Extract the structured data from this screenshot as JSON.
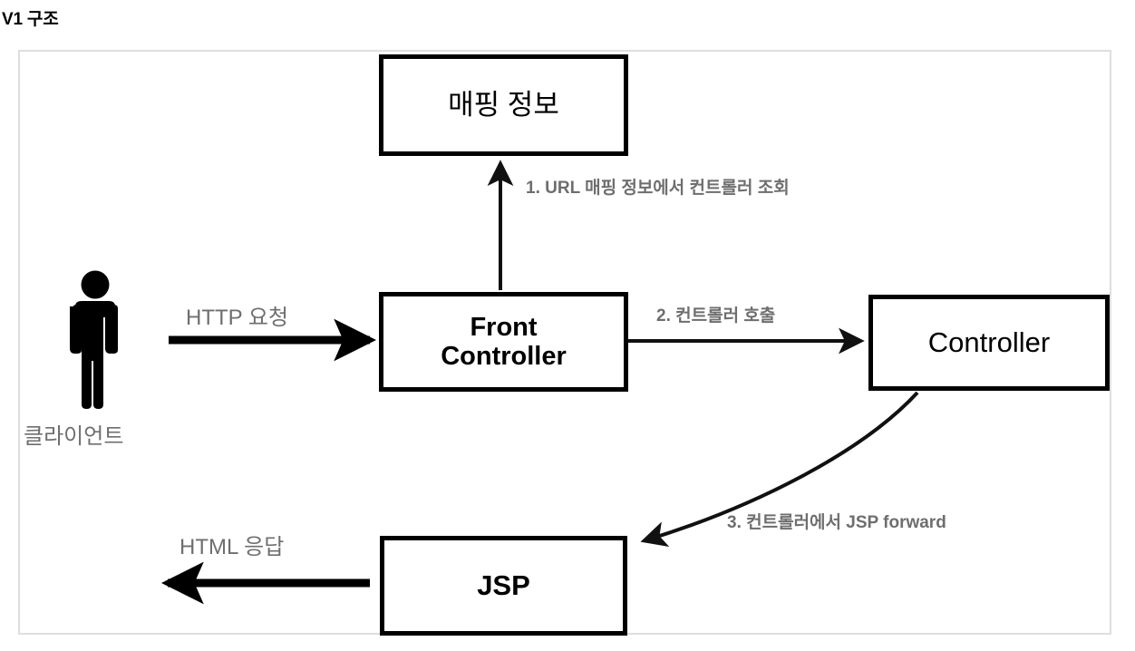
{
  "page": {
    "title": "V1 구조"
  },
  "diagram": {
    "type": "flow-diagram",
    "nodes": [
      {
        "id": "mapping-info",
        "label": "매핑 정보",
        "lines": [
          "매핑 정보"
        ]
      },
      {
        "id": "front-controller",
        "label": "Front Controller",
        "lines": [
          "Front",
          "Controller"
        ]
      },
      {
        "id": "controller",
        "label": "Controller",
        "lines": [
          "Controller"
        ]
      },
      {
        "id": "jsp",
        "label": "JSP",
        "lines": [
          "JSP"
        ]
      }
    ],
    "actor": {
      "icon": "person-icon",
      "label": "클라이언트"
    },
    "edges": [
      {
        "id": "http-request",
        "label": "HTTP 요청",
        "from": "client",
        "to": "front-controller",
        "style": "thick-solid",
        "direction": "right"
      },
      {
        "id": "step-1",
        "label": "1. URL 매핑 정보에서 컨트롤러 조회",
        "from": "front-controller",
        "to": "mapping-info",
        "style": "thin-solid",
        "direction": "up"
      },
      {
        "id": "step-2",
        "label": "2. 컨트롤러 호출",
        "from": "front-controller",
        "to": "controller",
        "style": "thin-solid",
        "direction": "right"
      },
      {
        "id": "step-3",
        "label": "3. 컨트롤러에서 JSP forward",
        "from": "controller",
        "to": "jsp",
        "style": "thin-curve",
        "direction": "down-left"
      },
      {
        "id": "html-response",
        "label": "HTML 응답",
        "from": "jsp",
        "to": "client",
        "style": "thick-solid",
        "direction": "left"
      }
    ]
  },
  "colors": {
    "frame_border": "#dedede",
    "node_border": "#000000",
    "node_text": "#000000",
    "label_text": "#6e6e6e",
    "arrow": "#000000",
    "background": "#ffffff"
  }
}
